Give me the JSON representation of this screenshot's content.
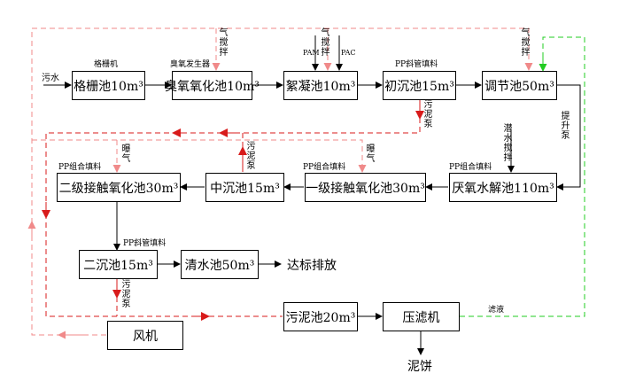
{
  "boxes": {
    "grille": "格栅池10m³",
    "ozone": "臭氧氧化池10m³",
    "floc": "絮凝池10m³",
    "primary": "初沉池15m³",
    "regulate": "调节池50m³",
    "anaerobic": "厌氧水解池110m³",
    "contact1": "一级接触氧化池30m³",
    "mid": "中沉池15m³",
    "contact2": "二级接触氧化池30m³",
    "second": "二沉池15m³",
    "clear": "清水池50m³",
    "sludge": "污泥池20m³",
    "press": "压滤机",
    "blower": "风机"
  },
  "labels": {
    "inflow": "污水",
    "grille_machine": "格栅机",
    "ozone_gen": "臭氧发生器",
    "pam": "PAM",
    "pac": "PAC",
    "pp_tube1": "PP斜管填料",
    "pp_combo_an": "PP组合填料",
    "pp_combo1": "PP组合填料",
    "pp_combo2": "PP组合填料",
    "pp_tube2": "PP斜管填料",
    "discharge": "达标排放",
    "filtrate": "滤液",
    "cake": "泥饼"
  },
  "vertical": {
    "air_stir_ozone": "气搅拌",
    "air_stir_floc": "气搅拌",
    "air_stir_reg": "气搅拌",
    "sludge_pump_primary": "污泥泵",
    "lift_pump": "提升泵",
    "sub_stir": "潜水搅拌",
    "aerate1": "曝气",
    "aerate2": "曝气",
    "sludge_pump_mid": "污泥泵",
    "sludge_pump_second": "污泥泵"
  },
  "colors": {
    "process": "#000000",
    "sludge_line": "#d81b1b",
    "air_line": "#f08a8a",
    "filtrate_line": "#22cc22"
  }
}
